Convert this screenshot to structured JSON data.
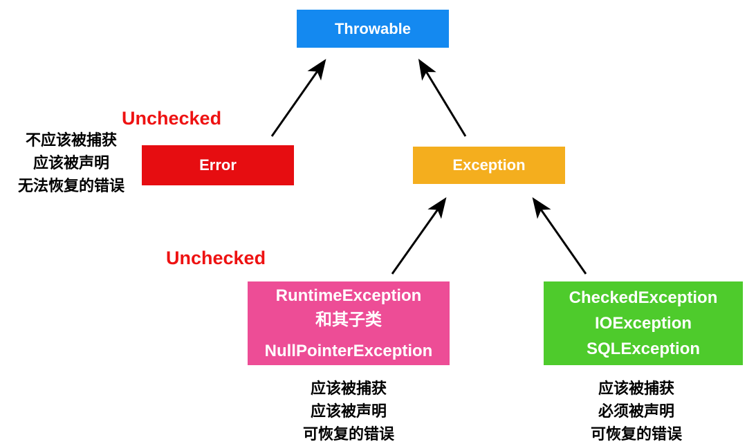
{
  "nodes": {
    "throwable": {
      "label": "Throwable",
      "bg": "#1489F0"
    },
    "error": {
      "label": "Error",
      "bg": "#E60D11"
    },
    "exception": {
      "label": "Exception",
      "bg": "#F4AE1E"
    },
    "runtime": {
      "line1": "RuntimeException",
      "line2": "和其子类",
      "line3": "NullPointerException",
      "bg": "#ED4D96"
    },
    "checked": {
      "line1": "CheckedException",
      "line2": "IOException",
      "line3": "SQLException",
      "bg": "#4ECB2C"
    }
  },
  "labels": {
    "unchecked_top": "Unchecked",
    "unchecked_bottom": "Unchecked",
    "label_color": "#EE1212"
  },
  "notes": {
    "error_note": {
      "line1": "不应该被捕获",
      "line2": "应该被声明",
      "line3": "无法恢复的错误"
    },
    "runtime_note": {
      "line1": "应该被捕获",
      "line2": "应该被声明",
      "line3": "可恢复的错误"
    },
    "checked_note": {
      "line1": "应该被捕获",
      "line2": "必须被声明",
      "line3": "可恢复的错误"
    }
  },
  "arrows": {
    "color": "#000000"
  }
}
